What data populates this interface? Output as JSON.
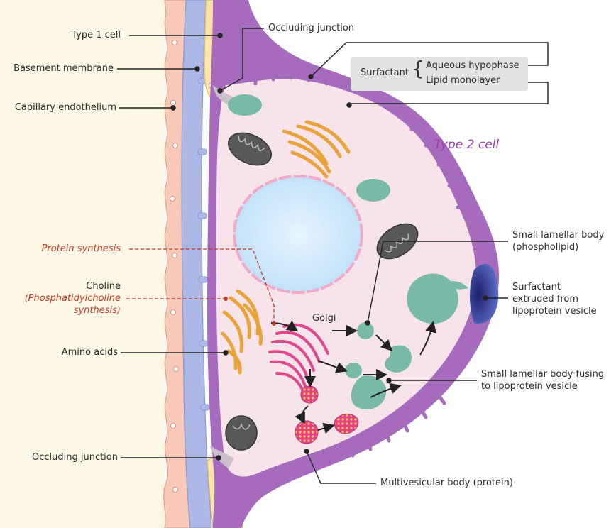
{
  "diagram": {
    "type2_cell": "Type 2 cell",
    "left_labels": {
      "type1_cell": "Type 1 cell",
      "basement_membrane": "Basement membrane",
      "capillary_endothelium": "Capillary endothelium",
      "protein_synthesis": "Protein synthesis",
      "choline": "Choline",
      "choline_note_1": "(Phosphatidylcholine",
      "choline_note_2": "synthesis)",
      "amino_acids": "Amino acids",
      "occluding_junction_bottom": "Occluding junction"
    },
    "top_labels": {
      "occluding_junction_top": "Occluding junction",
      "surfactant": "Surfactant",
      "brace": "{",
      "aqueous_hypophase": "Aqueous hypophase",
      "lipid_monolayer": "Lipid monolayer"
    },
    "inner_labels": {
      "golgi": "Golgi"
    },
    "right_labels": {
      "small_lamellar_1": "Small lamellar body",
      "small_lamellar_2": "(phospholipid)",
      "extruded_1": "Surfactant",
      "extruded_2": "extruded from",
      "extruded_3": "lipoprotein vesicle",
      "fusing_1": "Small lamellar body fusing",
      "fusing_2": "to lipoprotein vesicle",
      "multivesicular": "Multivesicular body (protein)"
    },
    "colors": {
      "alveolar_space": "#fcf7e4",
      "type1_cell": "#fbe3a9",
      "endothelium": "#f8c9b8",
      "basement_membrane": "#aeb8e6",
      "cell_membrane": "#a66bbd",
      "cytoplasm": "#f6e4ea",
      "nucleus": "#d6ebfb",
      "golgi": "#e0478d",
      "er": "#e9a33a",
      "lamellar_body": "#79b9a8",
      "mitochondrion": "#585858",
      "protein_annotation": "#c0392b"
    }
  }
}
